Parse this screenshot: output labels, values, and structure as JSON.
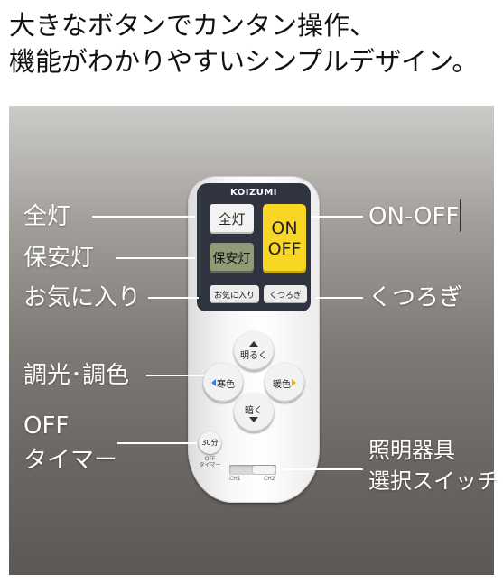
{
  "headline": {
    "line1": "大きなボタンでカンタン操作、",
    "line2": "機能がわかりやすいシンプルデザイン。"
  },
  "remote": {
    "brand": "KOIZUMI",
    "buttons": {
      "zento": "全灯",
      "hoan": "保安灯",
      "on": "ON",
      "off": "OFF",
      "fav": "お気に入り",
      "kutsurogi": "くつろぎ",
      "up": "明るく",
      "down": "暗く",
      "left": "寒色",
      "right": "暖色",
      "timer": "30分",
      "timer_sub_1": "OFF",
      "timer_sub_2": "タイマー"
    },
    "switch": {
      "ch1": "CH1",
      "ch2": "CH2"
    }
  },
  "callouts": {
    "zento": "全灯",
    "hoan": "保安灯",
    "fav": "お気に入り",
    "choko": "調光･調色",
    "off_line1": "OFF",
    "off_line2": "タイマー",
    "onoff": "ON-OFF",
    "kutsurogi": "くつろぎ",
    "switch_line1": "照明器具",
    "switch_line2": "選択スイッチ"
  },
  "colors": {
    "onoff_button": "#f7d624",
    "hoan_button": "#8f9b77",
    "remote_top": "#2f3440",
    "cool_arrow": "#3a7ad8",
    "warm_arrow": "#e8b400"
  }
}
